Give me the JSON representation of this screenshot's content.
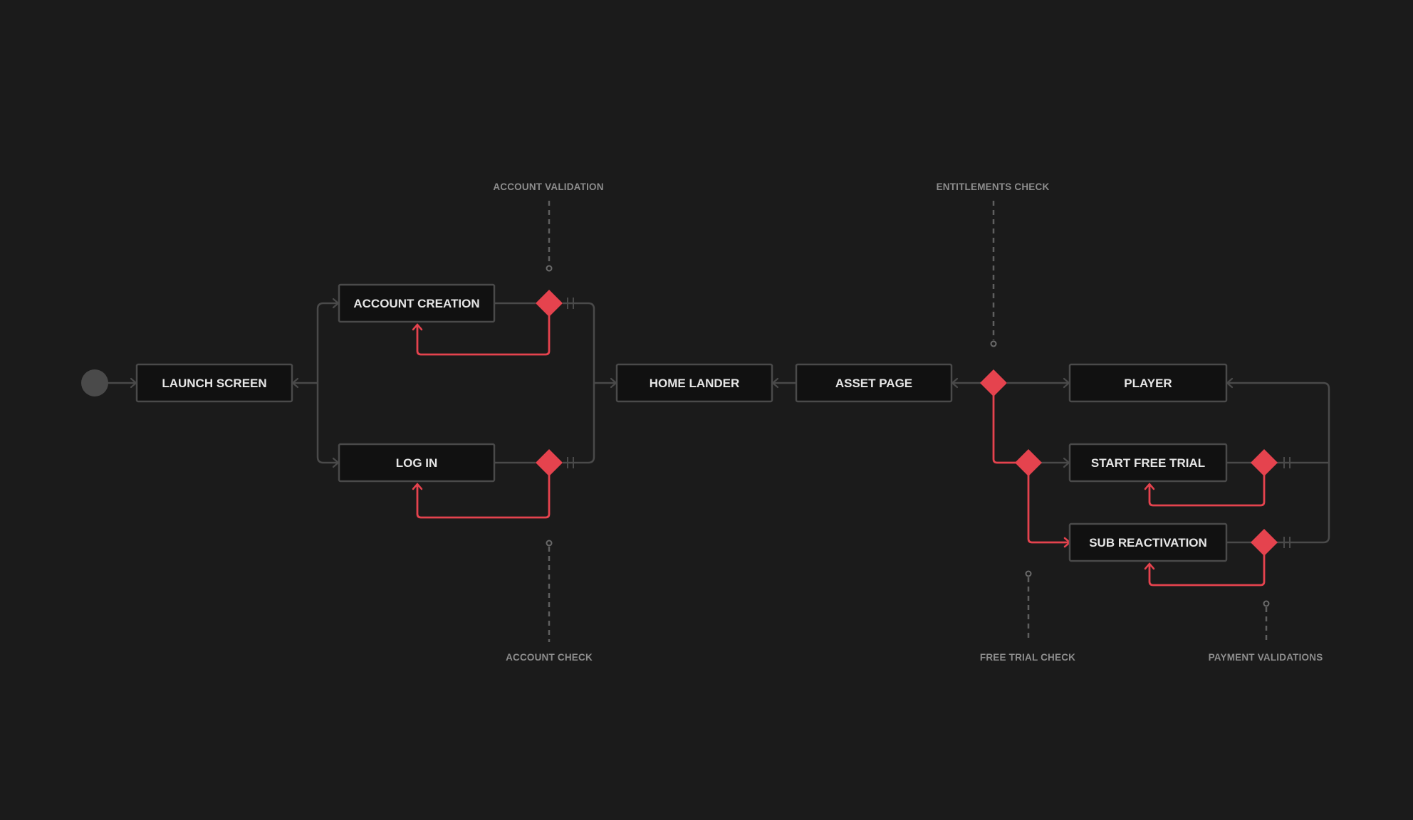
{
  "nodes": {
    "launch": "LAUNCH SCREEN",
    "account_creation": "ACCOUNT CREATION",
    "log_in": "LOG IN",
    "home_lander": "HOME LANDER",
    "asset_page": "ASSET PAGE",
    "player": "PLAYER",
    "start_free_trial": "START FREE TRIAL",
    "sub_reactivation": "SUB REACTIVATION"
  },
  "annotations": {
    "account_validation": "ACCOUNT VALIDATION",
    "account_check": "ACCOUNT CHECK",
    "entitlements_check": "ENTITLEMENTS CHECK",
    "free_trial_check": "FREE TRIAL CHECK",
    "payment_validations": "PAYMENT VALIDATIONS"
  },
  "colors": {
    "background": "#1b1b1b",
    "node_fill": "#111111",
    "connector": "#4a4a4a",
    "decision": "#e5434e",
    "text": "#e6e6e6",
    "annotation_text": "#8d8d8d"
  }
}
